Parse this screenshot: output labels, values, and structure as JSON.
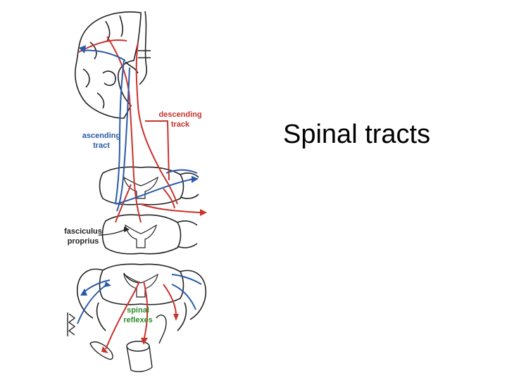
{
  "slide": {
    "title": "Spinal tracts"
  },
  "labels": {
    "descending_1": "descending",
    "descending_2": "track",
    "ascending_1": "ascending",
    "ascending_2": "tract",
    "fasciculus_1": "fasciculus",
    "fasciculus_2": "proprius",
    "spinal_1": "spinal",
    "spinal_2": "reflexes"
  },
  "colors": {
    "descending": "#c8332c",
    "ascending": "#2a5aa8",
    "labels_black": "#222222",
    "reflexes": "#2e8b2e"
  }
}
